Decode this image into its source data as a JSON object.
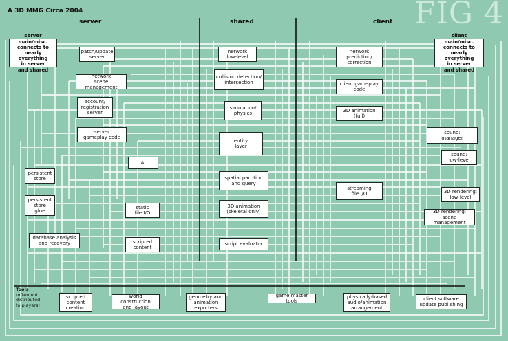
{
  "title": "A 3D MMG Circa 2004",
  "fig_label": "FIG 4",
  "columns": {
    "server": "server",
    "shared": "shared",
    "client": "client"
  },
  "tools": {
    "heading": "Tools",
    "note": "(often not distributed to players)"
  },
  "boxes": {
    "server_main": "server main/misc.\nconnects to\nnearly everything\nin server\nand shared",
    "patch_update": "patch/update\nserver",
    "network_scene": "network\nscene management",
    "account_reg": "account/\nregistration\nserver",
    "server_gameplay": "server\ngameplay code",
    "ai": "AI",
    "persistent_store": "persistent\nstore",
    "persistent_glue": "persistent\nstore\nglue",
    "database": "database analysis\nand recovery",
    "static_file_io": "static\nfile I/O",
    "scripted_content": "scripted\ncontent",
    "network_low": "network\nlow-level",
    "collision": "collision detection/\nintersection",
    "simulation": "simulation/\nphysics",
    "entity_layer": "entity\nlayer",
    "spatial": "spatial partition\nand query",
    "anim_skeletal": "3D animation\n(skeletal only)",
    "script_eval": "script evaluator",
    "net_prediction": "network\nprediction/\ncorrection",
    "client_gameplay": "client gameplay\ncode",
    "anim_full": "3D animation\n(full)",
    "streaming": "streaming\nfile I/O",
    "client_main": "client main/misc.\nconnects to\nnearly everything\nin server\nand shared",
    "sound_manager": "sound:\nmanager",
    "sound_low": "sound:\nlow-level",
    "render_low": "3D rendering:\nlow-level",
    "render_scene": "3D rendering:\nscene management",
    "scripted_creation": "scripted\ncontent\ncreation",
    "world_construction": "world construction\nand layout",
    "geometry_exporters": "geometry and\nanimation\nexporters",
    "game_master": "game master tools",
    "physics_audio": "physically-based\naudio/animation\narrangement",
    "client_update": "client software\nupdate publishing"
  },
  "colors": {
    "background": "#8fcab0",
    "line": "#ffffff",
    "box_border": "#1d2a25",
    "divider": "#111111"
  }
}
